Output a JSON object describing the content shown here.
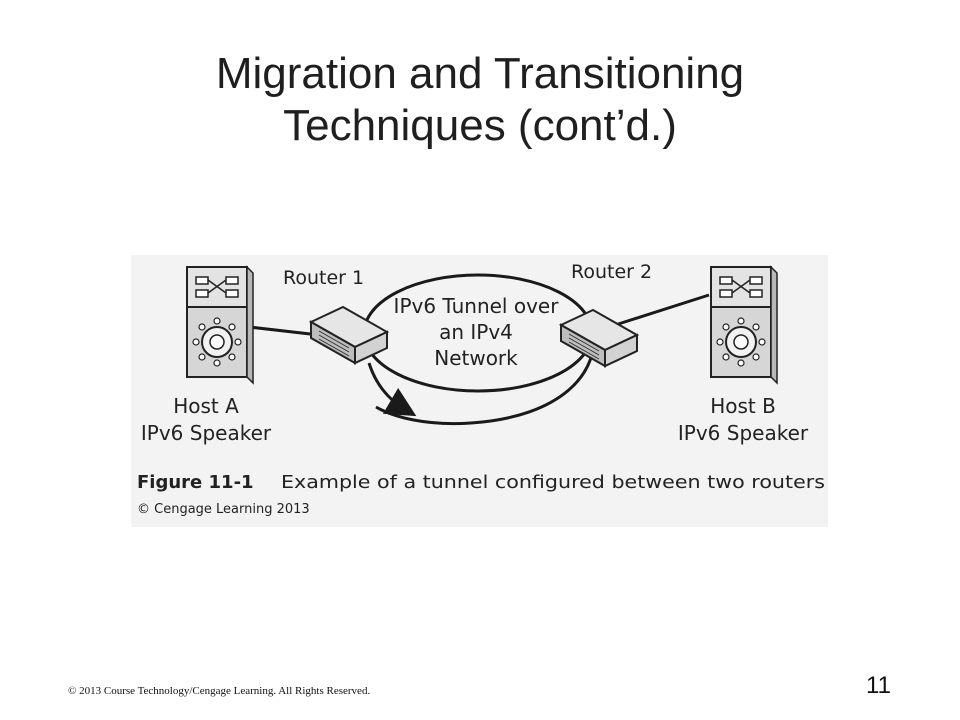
{
  "slide": {
    "title_line1": "Migration and Transitioning",
    "title_line2": "Techniques (cont’d.)",
    "footer": "© 2013 Course Technology/Cengage Learning. All Rights Reserved.",
    "page_number": "11"
  },
  "figure": {
    "router1_label": "Router 1",
    "router2_label": "Router 2",
    "tunnel_line1": "IPv6 Tunnel over",
    "tunnel_line2": "an IPv4",
    "tunnel_line3": "Network",
    "hostA_line1": "Host A",
    "hostA_line2": "IPv6 Speaker",
    "hostB_line1": "Host B",
    "hostB_line2": "IPv6 Speaker",
    "caption_number": "Figure 11-1",
    "caption_text": "Example of a tunnel configured between two routers",
    "credit": "© Cengage Learning 2013"
  }
}
